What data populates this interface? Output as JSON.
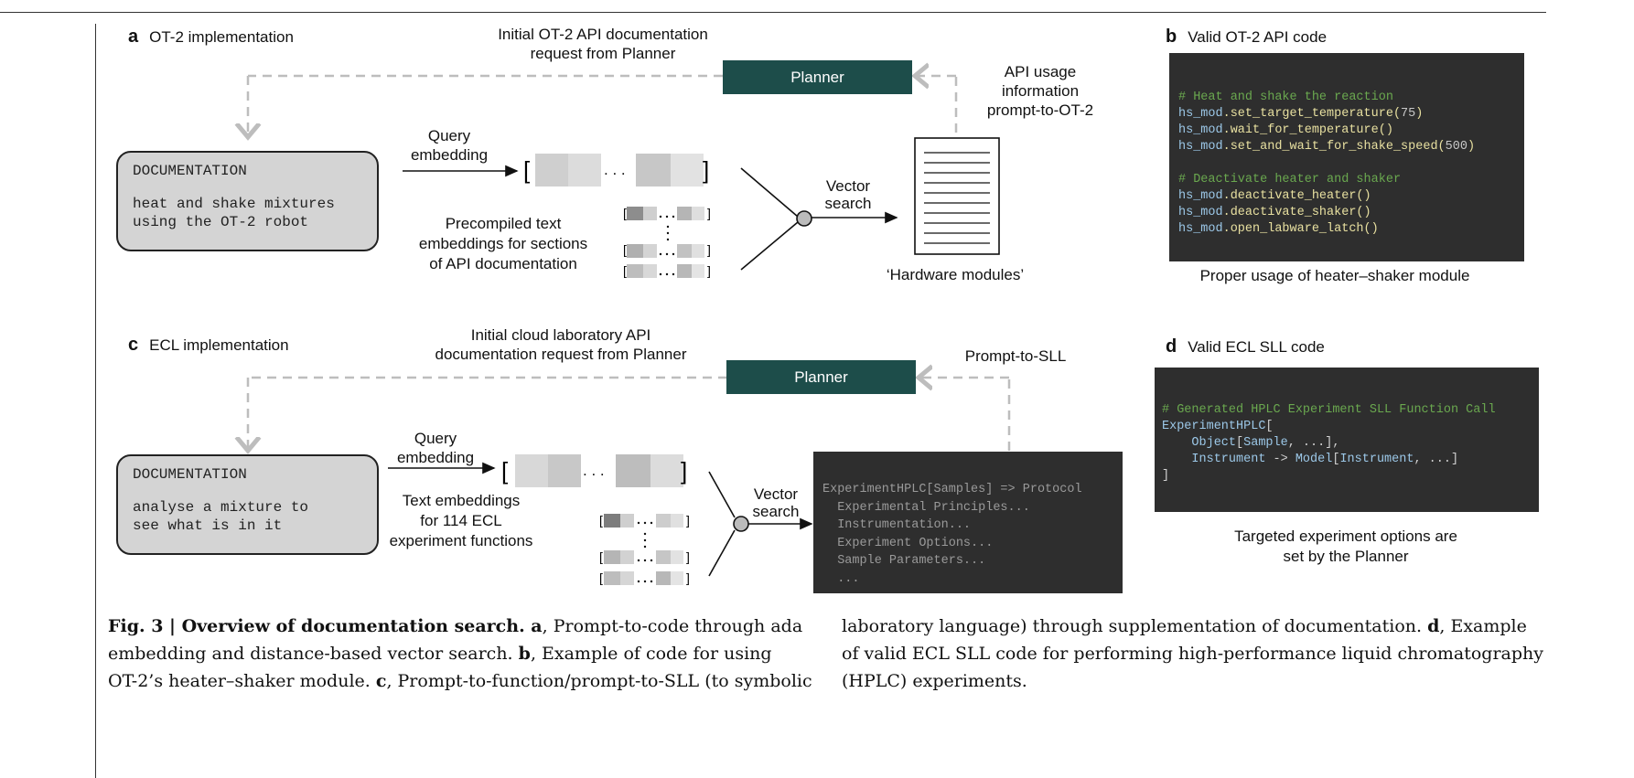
{
  "panel_a": {
    "letter": "a",
    "title": "OT-2 implementation",
    "planner_request": [
      "Initial OT-2 API documentation",
      "request from Planner"
    ],
    "planner_label": "Planner",
    "api_usage": [
      "API usage",
      "information",
      "prompt-to-OT-2"
    ],
    "doc_box": {
      "header": "DOCUMENTATION",
      "lines": [
        "heat and shake mixtures",
        "using the OT-2 robot"
      ]
    },
    "query_label": [
      "Query",
      "embedding"
    ],
    "precompiled": [
      "Precompiled text",
      "embeddings for sections",
      "of API documentation"
    ],
    "vector_search": [
      "Vector",
      "search"
    ],
    "hardware_label": "‘Hardware modules’",
    "dots": ". . ."
  },
  "panel_b": {
    "letter": "b",
    "title": "Valid OT-2 API code",
    "code_lines": [
      {
        "parts": [
          {
            "text": "# Heat and shake the reaction",
            "color": "#6aa84f"
          }
        ]
      },
      {
        "parts": [
          {
            "text": "hs_mod",
            "color": "#9cc8e8"
          },
          {
            "text": ".set_target_temperature(",
            "color": "#e8e0a0"
          },
          {
            "text": "75",
            "color": "#c8c8c8"
          },
          {
            "text": ")",
            "color": "#e8e0a0"
          }
        ]
      },
      {
        "parts": [
          {
            "text": "hs_mod",
            "color": "#9cc8e8"
          },
          {
            "text": ".wait_for_temperature()",
            "color": "#e8e0a0"
          }
        ]
      },
      {
        "parts": [
          {
            "text": "hs_mod",
            "color": "#9cc8e8"
          },
          {
            "text": ".set_and_wait_for_shake_speed(",
            "color": "#e8e0a0"
          },
          {
            "text": "500",
            "color": "#c8c8c8"
          },
          {
            "text": ")",
            "color": "#e8e0a0"
          }
        ]
      },
      {
        "parts": [
          {
            "text": " ",
            "color": "#e8e0a0"
          }
        ]
      },
      {
        "parts": [
          {
            "text": "# Deactivate heater and shaker",
            "color": "#6aa84f"
          }
        ]
      },
      {
        "parts": [
          {
            "text": "hs_mod",
            "color": "#9cc8e8"
          },
          {
            "text": ".deactivate_heater()",
            "color": "#e8e0a0"
          }
        ]
      },
      {
        "parts": [
          {
            "text": "hs_mod",
            "color": "#9cc8e8"
          },
          {
            "text": ".deactivate_shaker()",
            "color": "#e8e0a0"
          }
        ]
      },
      {
        "parts": [
          {
            "text": "hs_mod",
            "color": "#9cc8e8"
          },
          {
            "text": ".open_labware_latch()",
            "color": "#e8e0a0"
          }
        ]
      }
    ],
    "subcaption": "Proper usage of heater–shaker module"
  },
  "panel_c": {
    "letter": "c",
    "title": "ECL implementation",
    "planner_request": [
      "Initial cloud laboratory API",
      "documentation request from Planner"
    ],
    "planner_label": "Planner",
    "prompt_label": "Prompt-to-SLL",
    "doc_box": {
      "header": "DOCUMENTATION",
      "lines": [
        "analyse a mixture to",
        "see what is in it"
      ]
    },
    "query_label": [
      "Query",
      "embedding"
    ],
    "text_embeddings": [
      "Text embeddings",
      "for 114 ECL",
      "experiment functions"
    ],
    "vector_search": [
      "Vector",
      "search"
    ],
    "dots": ". . .",
    "function_box": [
      "ExperimentHPLC[Samples] => Protocol",
      "  Experimental Principles...",
      "  Instrumentation...",
      "  Experiment Options...",
      "  Sample Parameters...",
      "  ..."
    ]
  },
  "panel_d": {
    "letter": "d",
    "title": "Valid ECL SLL code",
    "code_lines": [
      {
        "parts": [
          {
            "text": "# Generated HPLC Experiment SLL Function Call",
            "color": "#6aa84f"
          }
        ]
      },
      {
        "parts": [
          {
            "text": "ExperimentHPLC",
            "color": "#9cc8e8"
          },
          {
            "text": "[",
            "color": "#d0d0d0"
          }
        ]
      },
      {
        "parts": [
          {
            "text": "    ",
            "color": "#d0d0d0"
          },
          {
            "text": "Object",
            "color": "#9cc8e8"
          },
          {
            "text": "[",
            "color": "#d0d0d0"
          },
          {
            "text": "Sample",
            "color": "#9cc8e8"
          },
          {
            "text": ", ...],",
            "color": "#d0d0d0"
          }
        ]
      },
      {
        "parts": [
          {
            "text": "    ",
            "color": "#d0d0d0"
          },
          {
            "text": "Instrument",
            "color": "#9cc8e8"
          },
          {
            "text": " -> ",
            "color": "#d0d0d0"
          },
          {
            "text": "Model",
            "color": "#9cc8e8"
          },
          {
            "text": "[",
            "color": "#d0d0d0"
          },
          {
            "text": "Instrument",
            "color": "#9cc8e8"
          },
          {
            "text": ", ...]",
            "color": "#d0d0d0"
          }
        ]
      },
      {
        "parts": [
          {
            "text": "]",
            "color": "#d0d0d0"
          }
        ]
      }
    ],
    "subcaption": [
      "Targeted experiment options are",
      "set by the Planner"
    ]
  },
  "caption": {
    "fig_label": "Fig. 3 | Overview of documentation search.",
    "left_lines": [
      [
        {
          "b": true,
          "text": "Fig. 3 | Overview of documentation search. a"
        },
        {
          "b": false,
          "text": ", Prompt-to-code through ada"
        }
      ],
      [
        {
          "b": false,
          "text": "embedding and distance-based vector search. "
        },
        {
          "b": true,
          "text": "b"
        },
        {
          "b": false,
          "text": ", Example of code for using"
        }
      ],
      [
        {
          "b": false,
          "text": "OT-2’s heater–shaker module. "
        },
        {
          "b": true,
          "text": "c"
        },
        {
          "b": false,
          "text": ", Prompt-to-function/prompt-to-SLL (to symbolic"
        }
      ]
    ],
    "right_lines": [
      [
        {
          "b": false,
          "text": "laboratory language) through supplementation of documentation. "
        },
        {
          "b": true,
          "text": "d"
        },
        {
          "b": false,
          "text": ", Example"
        }
      ],
      [
        {
          "b": false,
          "text": "of valid ECL SLL code for performing high-performance liquid chromatography"
        }
      ],
      [
        {
          "b": false,
          "text": "(HPLC) experiments."
        }
      ]
    ]
  },
  "colors": {
    "planner": "#1d4d4a",
    "code_bg": "#2e2e2e",
    "doc_bg": "#d4d4d4",
    "dashed": "#bdbdbd"
  }
}
